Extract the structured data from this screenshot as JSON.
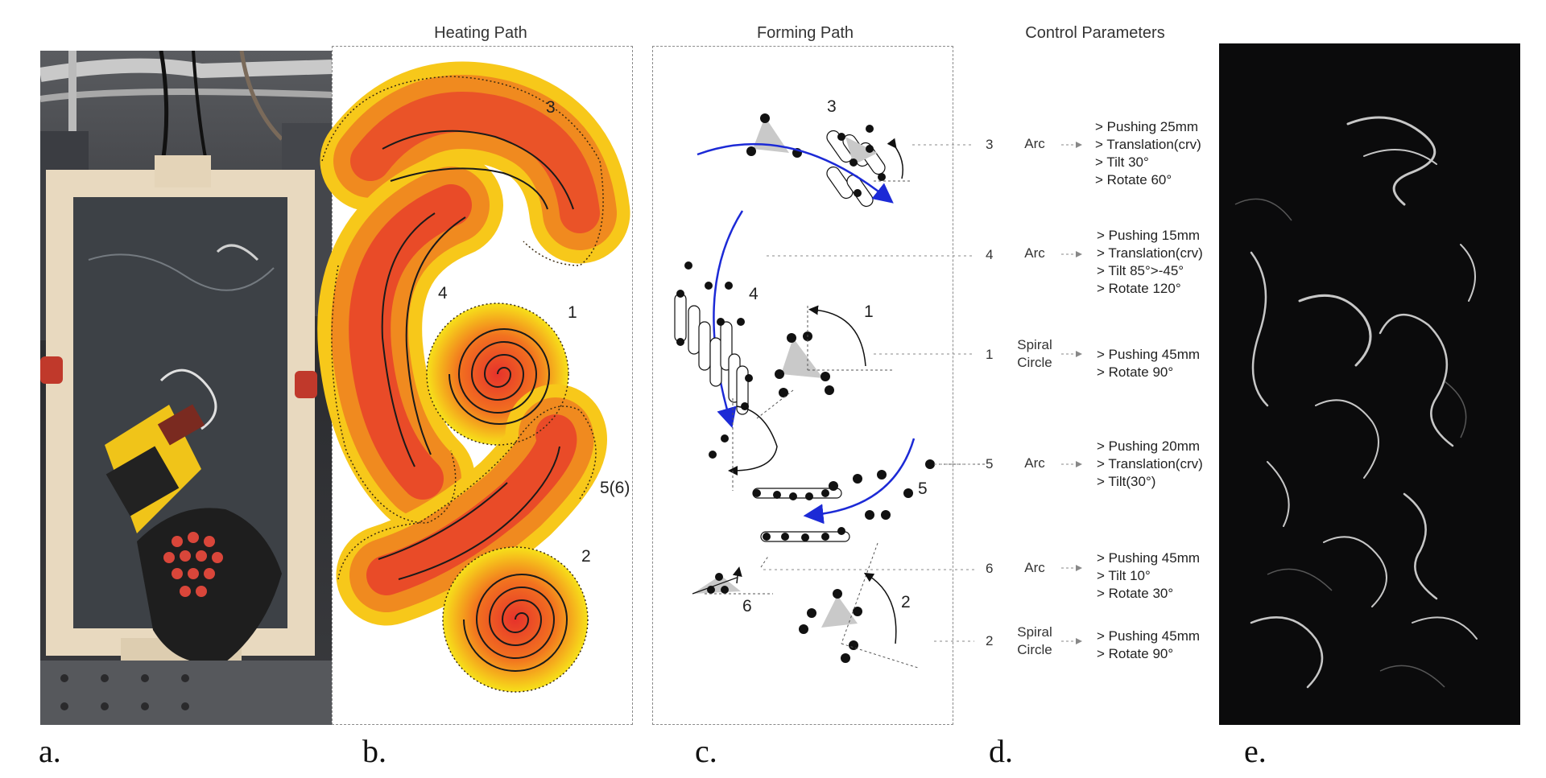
{
  "titles": {
    "heating": "Heating Path",
    "forming": "Forming Path",
    "control": "Control Parameters"
  },
  "panel_labels": [
    "a.",
    "b.",
    "c.",
    "d.",
    "e."
  ],
  "heating_labels": {
    "p3": "3",
    "p4": "4",
    "p1": "1",
    "p56": "5(6)",
    "p2": "2"
  },
  "forming_labels": {
    "p3": "3",
    "p4": "4",
    "p1": "1",
    "p5": "5",
    "p6": "6",
    "p2": "2"
  },
  "control_rows": [
    {
      "step": "3",
      "type": "Arc",
      "params": [
        "> Pushing 25mm",
        "> Translation(crv)",
        "> Tilt 30°",
        "> Rotate 60°"
      ]
    },
    {
      "step": "4",
      "type": "Arc",
      "params": [
        "> Pushing 15mm",
        "> Translation(crv)",
        "> Tilt 85°>-45°",
        "> Rotate 120°"
      ]
    },
    {
      "step": "1",
      "type": "Spiral Circle",
      "type_lines": [
        "Spiral",
        "Circle"
      ],
      "params": [
        "> Pushing 45mm",
        "> Rotate 90°"
      ]
    },
    {
      "step": "5",
      "type": "Arc",
      "params": [
        "> Pushing 20mm",
        "> Translation(crv)",
        "> Tilt(30°)"
      ]
    },
    {
      "step": "6",
      "type": "Arc",
      "params": [
        "> Pushing 45mm",
        "> Tilt 10°",
        "> Rotate 30°"
      ]
    },
    {
      "step": "2",
      "type": "Spiral Circle",
      "type_lines": [
        "Spiral",
        "Circle"
      ],
      "params": [
        "> Pushing 45mm",
        "> Rotate 90°"
      ]
    }
  ],
  "colors": {
    "heat_core": "#e8302a",
    "heat_mid": "#f07a1e",
    "heat_edge": "#f7e11a",
    "arrow_blue": "#1c2ad6",
    "dashed": "#8a8a8a"
  }
}
